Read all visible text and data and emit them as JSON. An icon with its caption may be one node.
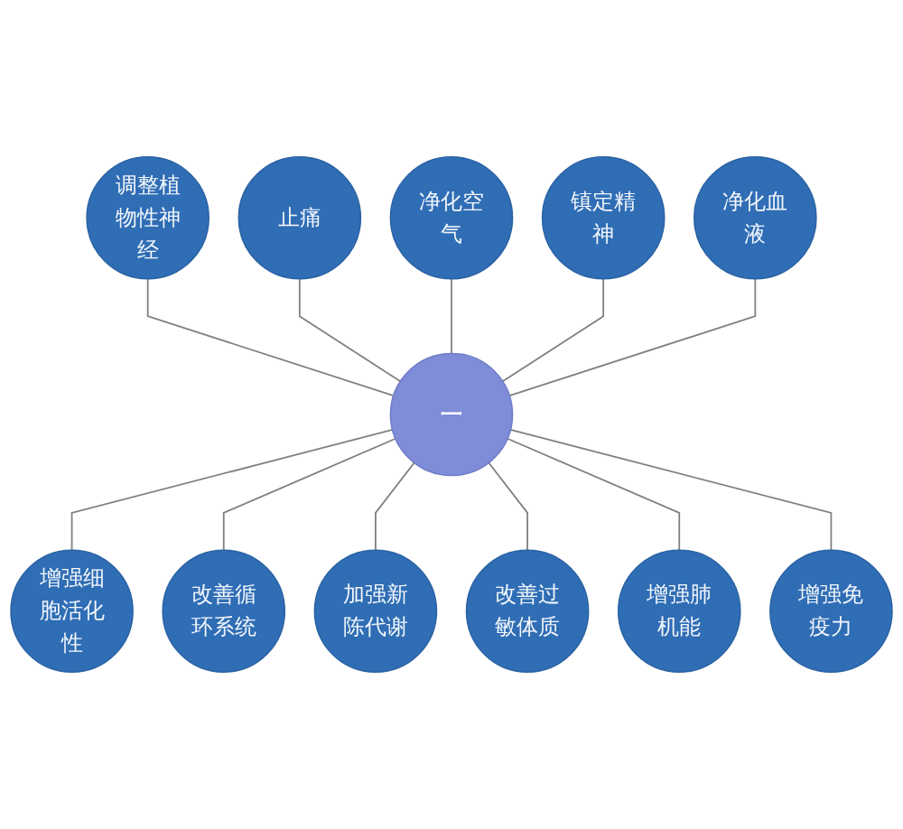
{
  "diagram": {
    "nodes": [
      {
        "text": [
          "一"
        ]
      },
      {
        "text": [
          "净化空气"
        ]
      },
      {
        "text": [
          "镇定精神"
        ]
      },
      {
        "text": [
          "净化血液"
        ]
      },
      {
        "text": [
          "增强免疫力"
        ]
      },
      {
        "text": [
          "增强肺机能"
        ]
      },
      {
        "text": [
          "改善过敏体质"
        ]
      },
      {
        "text": [
          "加强新陈代谢"
        ]
      },
      {
        "text": [
          "改善循环系统"
        ]
      },
      {
        "text": [
          "增强细胞活化性"
        ]
      },
      {
        "text": [
          "调整植物性神经"
        ]
      },
      {
        "text": [
          "止痛"
        ]
      }
    ],
    "edges": [
      {
        "from": 10,
        "to": 0,
        "arrow": "none"
      },
      {
        "from": 11,
        "to": 0,
        "arrow": "none"
      },
      {
        "from": 1,
        "to": 0,
        "arrow": "none"
      },
      {
        "from": 2,
        "to": 0,
        "arrow": "none"
      },
      {
        "from": 3,
        "to": 0,
        "arrow": "none"
      },
      {
        "from": 0,
        "to": 9,
        "arrow": "none"
      },
      {
        "from": 0,
        "to": 8,
        "arrow": "none"
      },
      {
        "from": 0,
        "to": 7,
        "arrow": "none"
      },
      {
        "from": 0,
        "to": 6,
        "arrow": "none"
      },
      {
        "from": 0,
        "to": 5,
        "arrow": "none"
      },
      {
        "from": 0,
        "to": 4,
        "arrow": "none"
      }
    ]
  }
}
